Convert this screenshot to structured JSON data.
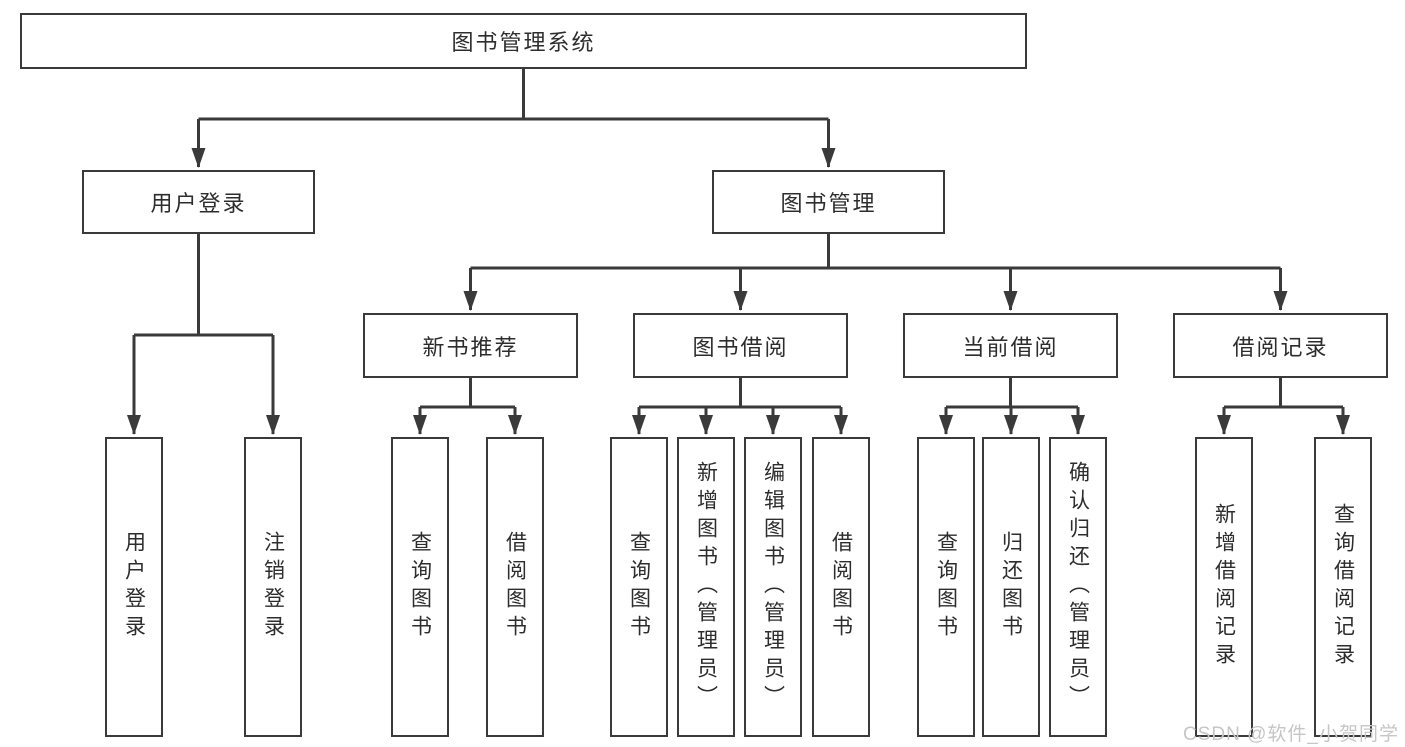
{
  "colors": {
    "line": "#3a3a3a",
    "text": "#2d2d2d",
    "watermark_text": "#c6c6c6",
    "background": "#ffffff"
  },
  "root": {
    "label": "图书管理系统"
  },
  "branches": {
    "user_login": {
      "label": "用户登录",
      "children": [
        {
          "label": "用户登录"
        },
        {
          "label": "注销登录"
        }
      ]
    },
    "book_management": {
      "label": "图书管理",
      "sections": [
        {
          "label": "新书推荐",
          "children": [
            {
              "label": "查询图书"
            },
            {
              "label": "借阅图书"
            }
          ]
        },
        {
          "label": "图书借阅",
          "children": [
            {
              "label": "查询图书"
            },
            {
              "label": "新增图书（管理员）"
            },
            {
              "label": "编辑图书（管理员）"
            },
            {
              "label": "借阅图书"
            }
          ]
        },
        {
          "label": "当前借阅",
          "children": [
            {
              "label": "查询图书"
            },
            {
              "label": "归还图书"
            },
            {
              "label": "确认归还（管理员）"
            }
          ]
        },
        {
          "label": "借阅记录",
          "children": [
            {
              "label": "新增借阅记录"
            },
            {
              "label": "查询借阅记录"
            }
          ]
        }
      ]
    }
  },
  "watermark": {
    "label": "CSDN @软件_小贺同学"
  }
}
